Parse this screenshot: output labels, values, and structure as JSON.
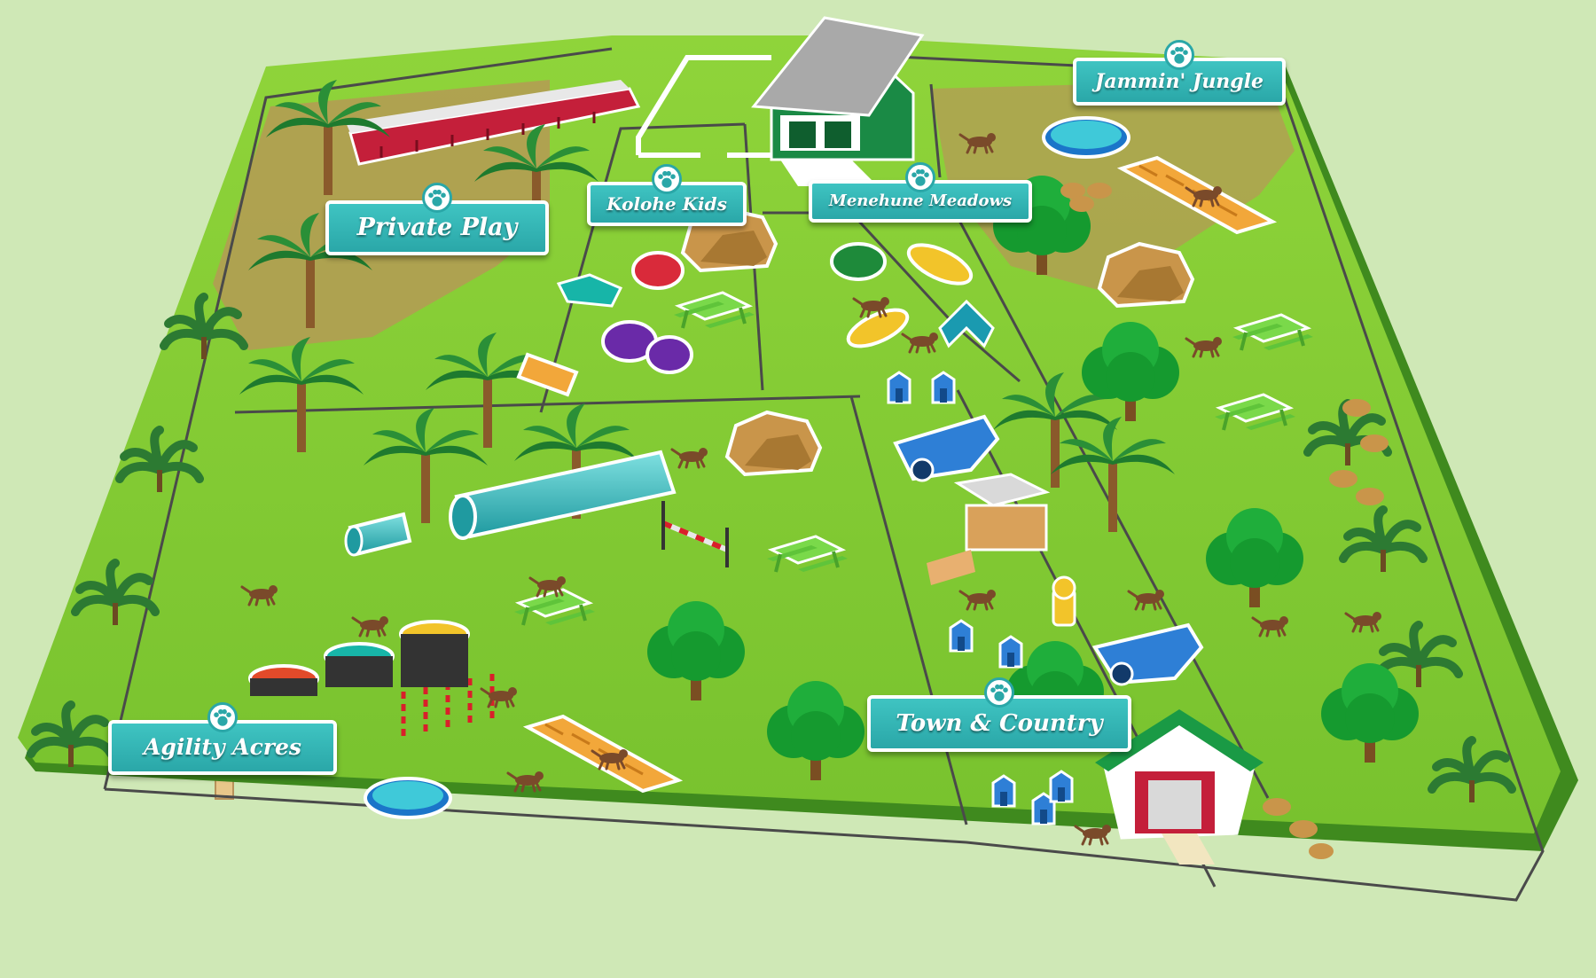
{
  "map": {
    "zones": [
      {
        "id": "private-play",
        "label": "Private Play"
      },
      {
        "id": "kolohe-kids",
        "label": "Kolohe Kids"
      },
      {
        "id": "menehune-meadows",
        "label": "Menehune Meadows"
      },
      {
        "id": "jammin-jungle",
        "label": "Jammin' Jungle"
      },
      {
        "id": "agility-acres",
        "label": "Agility Acres"
      },
      {
        "id": "town-and-country",
        "label": "Town & Country"
      }
    ]
  },
  "icons": {
    "zone_marker": "paw-print-icon",
    "features": [
      "palm-tree-icon",
      "round-tree-icon",
      "rock-icon",
      "wading-pool-icon",
      "picnic-table-icon",
      "tunnel-icon",
      "agility-ramp-icon",
      "jump-bar-icon",
      "weave-poles-icon",
      "dog-icon",
      "toy-car-icon",
      "fire-hydrant-icon",
      "doghouse-icon",
      "barn-icon",
      "clubhouse-icon",
      "kennel-building-icon",
      "surfboard-icon",
      "turtle-icon",
      "crab-icon",
      "caterpillar-tunnel-icon"
    ]
  },
  "colors": {
    "background": "#cfe8b6",
    "grass": "#8fd43a",
    "grass_dark": "#5fae24",
    "dirt": "#b59a55",
    "sign_teal": "#2aa7a8",
    "fence": "#4a4a4a",
    "water": "#3fc9d9"
  }
}
